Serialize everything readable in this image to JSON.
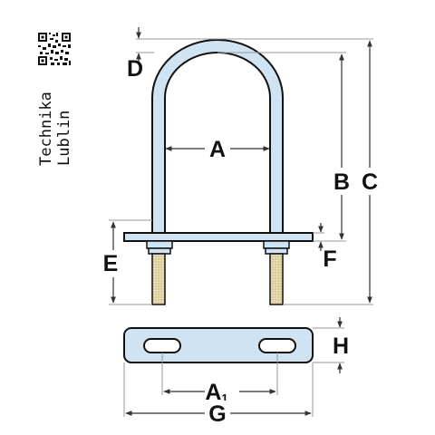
{
  "brand": {
    "line1": "Technika",
    "line2": "Lublin",
    "qr_icon": "qr-code-icon"
  },
  "dimensions": {
    "A": "A",
    "A1_main": "A",
    "A1_sub": "1",
    "B": "B",
    "C": "C",
    "D": "D",
    "E": "E",
    "F": "F",
    "G": "G",
    "H": "H"
  },
  "colors": {
    "part_fill": "#cfe3f3",
    "part_stroke": "#111111",
    "dimension_line": "#444444",
    "extension_line": "#9a9a9a",
    "thread": "#e8dcb0"
  }
}
